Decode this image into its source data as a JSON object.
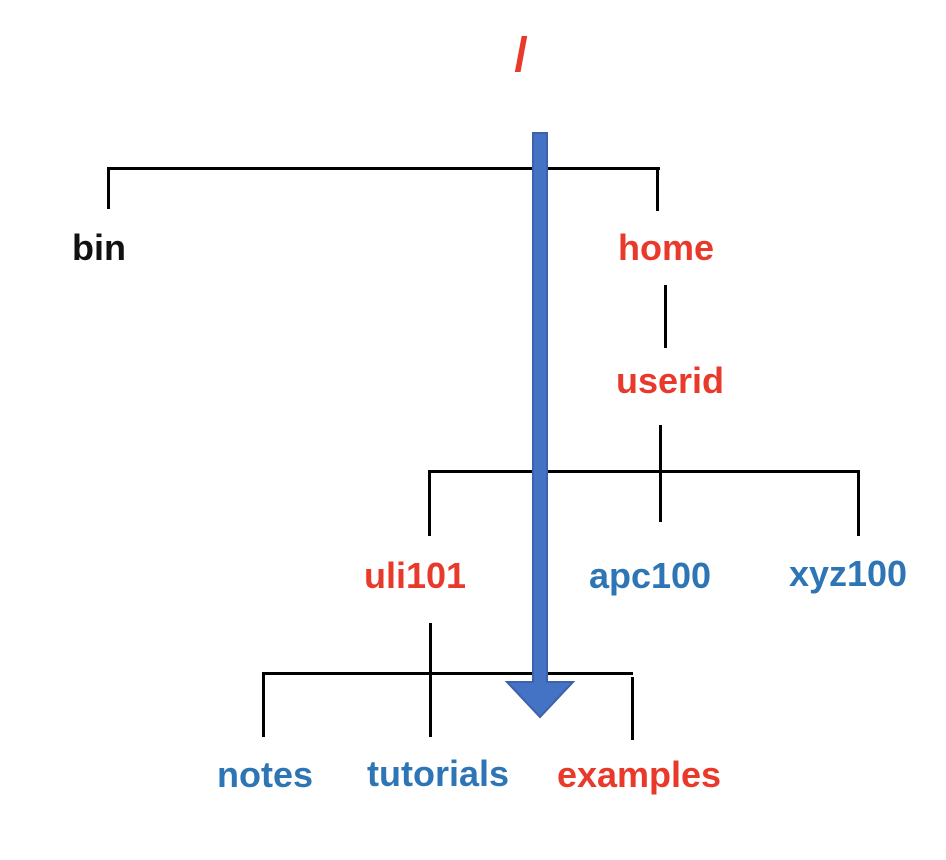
{
  "diagram": {
    "type": "filesystem-directory-tree",
    "nodes": {
      "root": {
        "label": "/",
        "color": "#e8392b"
      },
      "bin": {
        "label": "bin",
        "color": "#111111"
      },
      "home": {
        "label": "home",
        "color": "#e8392b"
      },
      "userid": {
        "label": "userid",
        "color": "#e8392b"
      },
      "uli101": {
        "label": "uli101",
        "color": "#e8392b"
      },
      "apc100": {
        "label": "apc100",
        "color": "#2e75b6"
      },
      "xyz100": {
        "label": "xyz100",
        "color": "#2e75b6"
      },
      "notes": {
        "label": "notes",
        "color": "#2e75b6"
      },
      "tutorials": {
        "label": "tutorials",
        "color": "#2e75b6"
      },
      "examples": {
        "label": "examples",
        "color": "#e8392b"
      }
    },
    "edges": [
      {
        "from": "/",
        "to": "bin"
      },
      {
        "from": "/",
        "to": "home"
      },
      {
        "from": "home",
        "to": "userid"
      },
      {
        "from": "userid",
        "to": "uli101"
      },
      {
        "from": "userid",
        "to": "apc100"
      },
      {
        "from": "userid",
        "to": "xyz100"
      },
      {
        "from": "uli101",
        "to": "notes"
      },
      {
        "from": "uli101",
        "to": "tutorials"
      },
      {
        "from": "uli101",
        "to": "examples"
      }
    ],
    "arrow": {
      "name": "down-arrow",
      "direction": "down",
      "meaning": "path from / down through home/userid/uli101 toward examples"
    }
  },
  "colors": {
    "red": "#e8392b",
    "blue": "#2e75b6",
    "black": "#111111",
    "line": "#000000",
    "arrow-fill": "#4472c4",
    "arrow-stroke": "#3b62ab"
  }
}
